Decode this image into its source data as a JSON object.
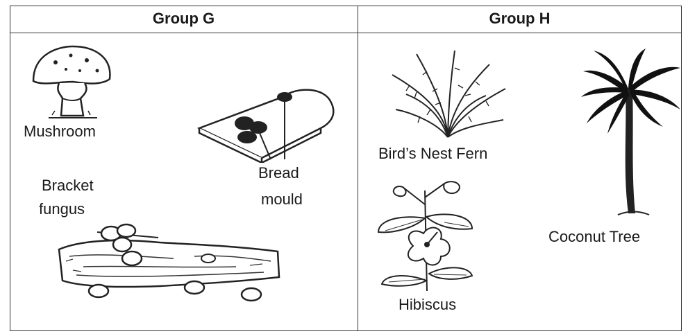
{
  "headers": {
    "group_g": "Group G",
    "group_h": "Group H"
  },
  "organisms": {
    "mushroom": "Mushroom",
    "bread_mould_line1": "Bread",
    "bread_mould_line2": "mould",
    "bracket_fungus_line1": "Bracket",
    "bracket_fungus_line2": "fungus",
    "birds_nest_fern": "Bird’s Nest Fern",
    "hibiscus": "Hibiscus",
    "coconut_tree": "Coconut Tree"
  }
}
